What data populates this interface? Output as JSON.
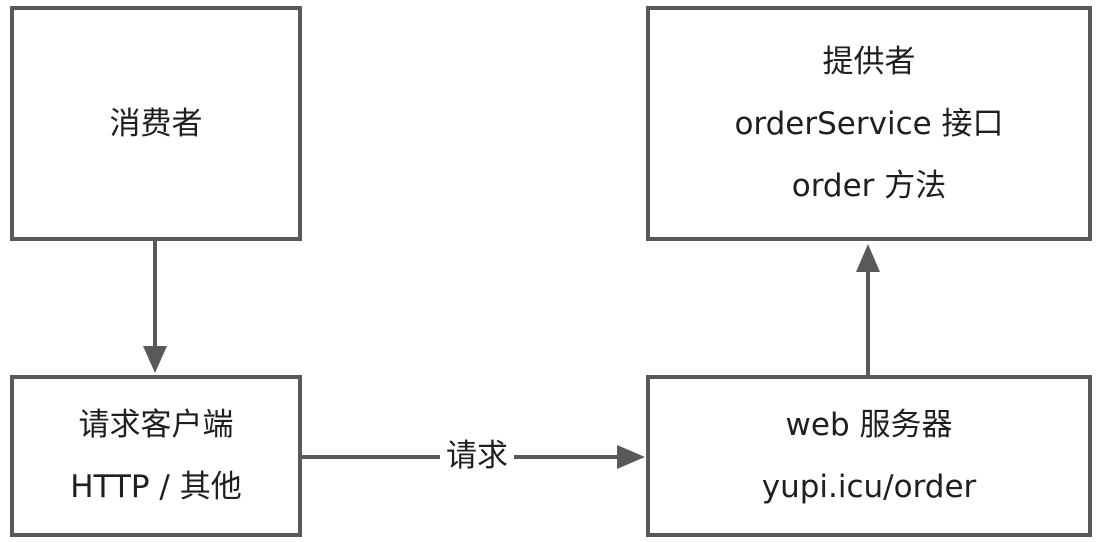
{
  "nodes": {
    "consumer": {
      "lines": [
        "消费者"
      ]
    },
    "client": {
      "lines": [
        "请求客户端",
        "HTTP / 其他"
      ]
    },
    "provider": {
      "lines": [
        "提供者",
        "orderService 接口",
        "order 方法"
      ]
    },
    "server": {
      "lines": [
        "web 服务器",
        "yupi.icu/order"
      ]
    }
  },
  "edges": {
    "client_to_server": {
      "label": "请求"
    }
  },
  "colors": {
    "stroke": "#595959",
    "text": "#1f1f1f",
    "background": "#ffffff"
  }
}
